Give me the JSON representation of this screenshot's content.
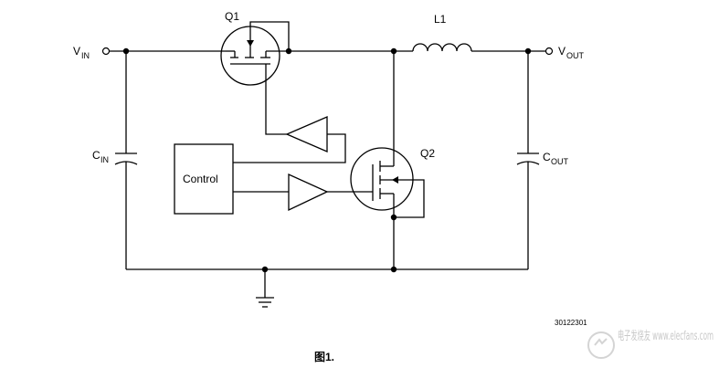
{
  "labels": {
    "vin": {
      "main": "V",
      "sub": "IN"
    },
    "vout": {
      "main": "V",
      "sub": "OUT"
    },
    "cin": {
      "main": "C",
      "sub": "IN"
    },
    "cout": {
      "main": "C",
      "sub": "OUT"
    },
    "q1": "Q1",
    "q2": "Q2",
    "l1": "L1",
    "control": "Control"
  },
  "figure_id": "30122301",
  "caption": "图1.",
  "watermark": "电子发烧友 www.elecfans.com"
}
